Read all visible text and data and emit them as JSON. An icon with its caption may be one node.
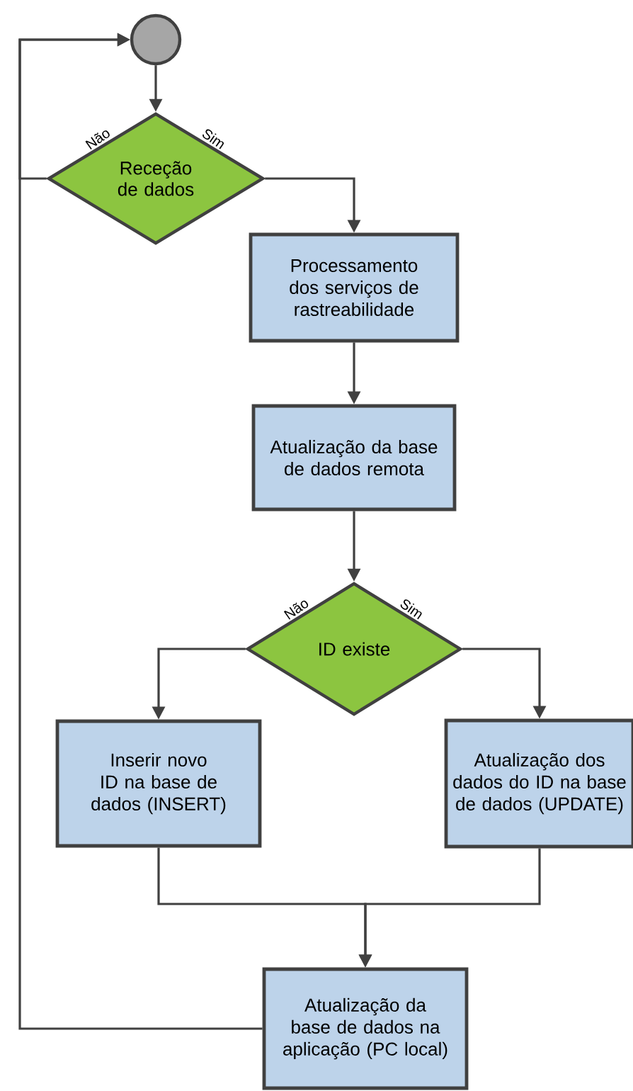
{
  "diagram": {
    "nodes": [
      {
        "text": [],
        "shape": "circle"
      },
      {
        "text": [
          "Receção de dados"
        ]
      },
      {
        "text": [
          "Processamento dos serviços de rastreabilidade"
        ]
      },
      {
        "text": [
          "Atualização da base de dados remota"
        ]
      },
      {
        "text": [
          "ID existe"
        ]
      },
      {
        "text": [
          "Inserir novo ID na base de dados (INSERT)"
        ]
      },
      {
        "text": [
          "Atualização dos dados do ID na base de dados (UPDATE)"
        ]
      },
      {
        "text": [
          "Atualização da base de dados na aplicação (PC local)"
        ]
      }
    ],
    "edges": [
      {
        "from": 0,
        "to": 1,
        "arrow": "to"
      },
      {
        "from": 1,
        "to": 2,
        "arrow": "to",
        "label": "Sim"
      },
      {
        "from": 1,
        "to": 0,
        "arrow": "to",
        "label": "Não"
      },
      {
        "from": 2,
        "to": 3,
        "arrow": "to"
      },
      {
        "from": 3,
        "to": 4,
        "arrow": "to"
      },
      {
        "from": 4,
        "to": 5,
        "arrow": "to",
        "label": "Não"
      },
      {
        "from": 4,
        "to": 6,
        "arrow": "to",
        "label": "Sim"
      },
      {
        "from": 5,
        "to": 7,
        "arrow": "to"
      },
      {
        "from": 6,
        "to": 7,
        "arrow": "to"
      },
      {
        "from": 7,
        "to": 0,
        "arrow": "to"
      }
    ]
  }
}
